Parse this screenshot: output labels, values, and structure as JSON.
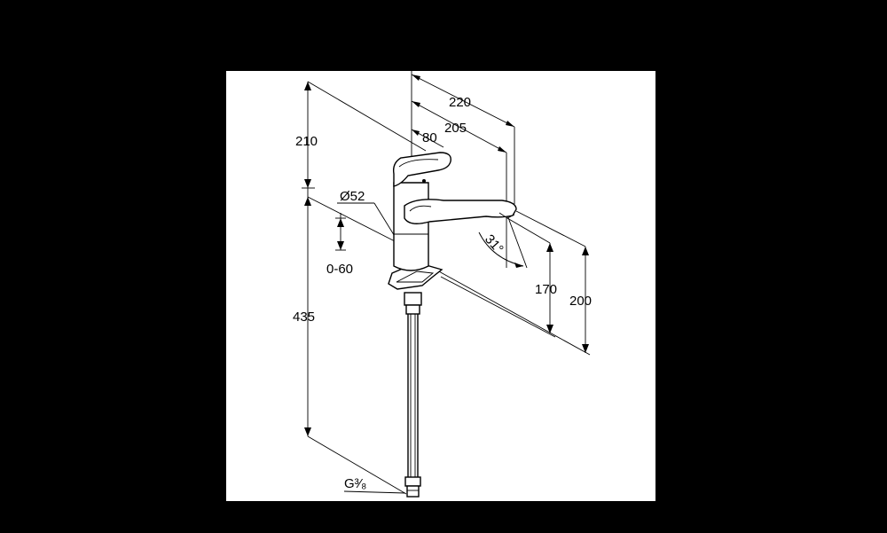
{
  "diagram": {
    "dimensions": {
      "d220": "220",
      "d205": "205",
      "d80": "80",
      "d210": "210",
      "d52": "Ø52",
      "d0_60": "0-60",
      "d435": "435",
      "d31": "31°",
      "d170": "170",
      "d200": "200",
      "g38": "G³⁄₈"
    },
    "colors": {
      "background": "#000000",
      "sheet": "#ffffff",
      "ink": "#000000"
    }
  }
}
